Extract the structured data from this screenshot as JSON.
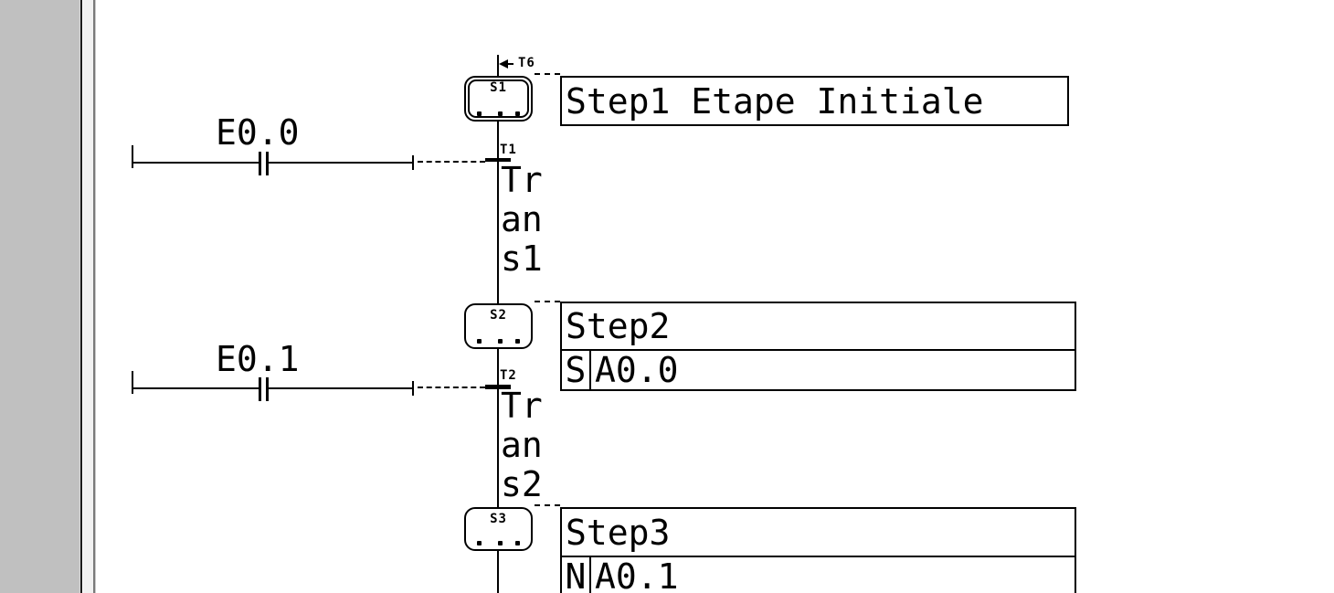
{
  "colors": {
    "line": "#000000",
    "sidebar": "#c0c0c0",
    "canvas": "#ffffff",
    "divider": "#f1f1f1"
  },
  "diagram": {
    "jump": {
      "label": "T6"
    },
    "steps": [
      {
        "id": "S1",
        "type": "initial",
        "comment": "Step1 Etape Initiale"
      },
      {
        "id": "S2",
        "type": "normal",
        "comment": "Step2",
        "action": {
          "qualifier": "S",
          "operand": "A0.0"
        }
      },
      {
        "id": "S3",
        "type": "normal",
        "comment": "Step3",
        "action": {
          "qualifier": "N",
          "operand": "A0.1"
        }
      }
    ],
    "transitions": [
      {
        "id": "T1",
        "condition": "E0.0",
        "name_lines": [
          "Tr",
          "an",
          "s1"
        ]
      },
      {
        "id": "T2",
        "condition": "E0.1",
        "name_lines": [
          "Tr",
          "an",
          "s2"
        ]
      }
    ]
  }
}
